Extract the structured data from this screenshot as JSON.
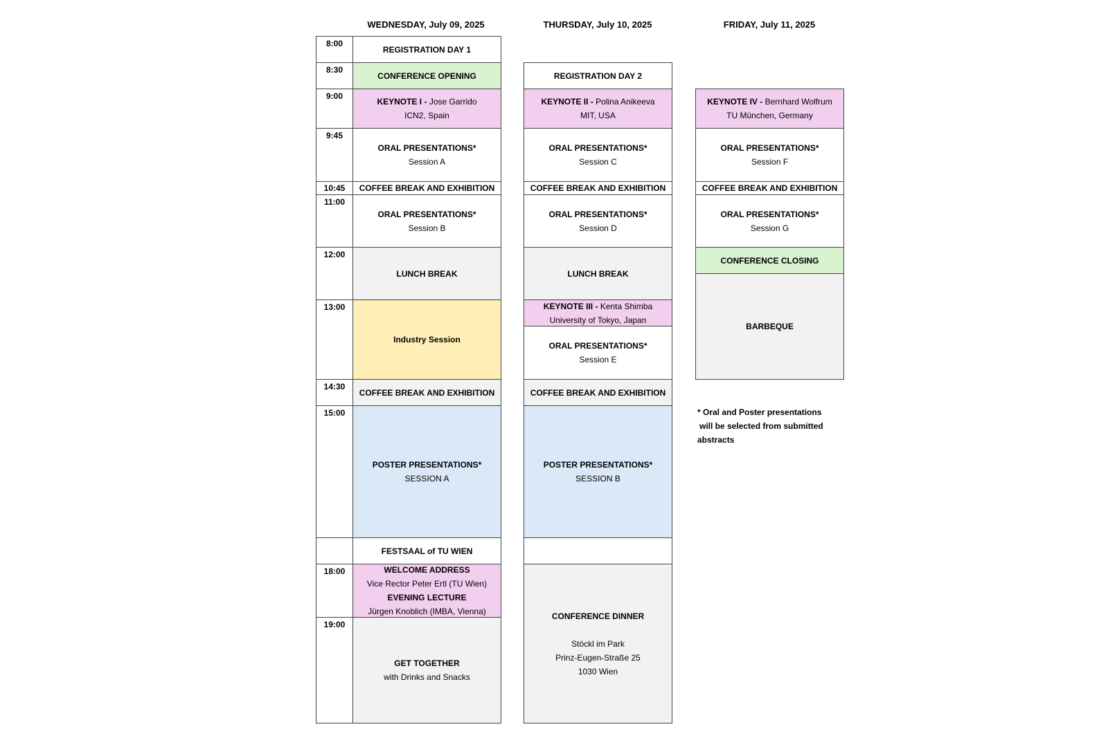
{
  "days": {
    "wed": "WEDNESDAY, July 09, 2025",
    "thu": "THURSDAY, July 10, 2025",
    "fri": "FRIDAY, July 11, 2025"
  },
  "times": [
    "8:00",
    "8:30",
    "9:00",
    "9:45",
    "10:45",
    "11:00",
    "12:00",
    "13:00",
    "14:30",
    "15:00",
    "",
    "18:00",
    "19:00"
  ],
  "wed": {
    "registration": "REGISTRATION DAY 1",
    "opening": "CONFERENCE OPENING",
    "keynote_bold": "KEYNOTE I -",
    "keynote_name": "Jose Garrido",
    "keynote_affil": "ICN2, Spain",
    "oral1_title": "ORAL PRESENTATIONS*",
    "oral1_session": "Session A",
    "coffee1": "COFFEE BREAK AND EXHIBITION",
    "oral2_title": "ORAL PRESENTATIONS*",
    "oral2_session": "Session B",
    "lunch": "LUNCH BREAK",
    "industry": "Industry Session",
    "coffee2": "COFFEE BREAK AND EXHIBITION",
    "poster_title": "POSTER PRESENTATIONS*",
    "poster_session": "SESSION A",
    "festsaal": "FESTSAAL of TU WIEN",
    "welcome": "WELCOME ADDRESS",
    "welcome_by": "Vice Rector Peter Ertl (TU Wien)",
    "evening": "EVENING LECTURE",
    "evening_by": "Jürgen Knoblich (IMBA, Vienna)",
    "together": "GET TOGETHER",
    "together_sub": "with Drinks and Snacks"
  },
  "thu": {
    "registration": "REGISTRATION DAY 2",
    "keynote_bold": "KEYNOTE II -",
    "keynote_name": "Polina Anikeeva",
    "keynote_affil": "MIT, USA",
    "oral1_title": "ORAL PRESENTATIONS*",
    "oral1_session": "Session C",
    "coffee1": "COFFEE BREAK AND EXHIBITION",
    "oral2_title": "ORAL PRESENTATIONS*",
    "oral2_session": "Session D",
    "lunch": "LUNCH BREAK",
    "keynote3_bold": "KEYNOTE III -",
    "keynote3_name": "Kenta Shimba",
    "keynote3_affil": "University of Tokyo, Japan",
    "oral3_title": "ORAL PRESENTATIONS*",
    "oral3_session": "Session E",
    "coffee2": "COFFEE BREAK AND EXHIBITION",
    "poster_title": "POSTER PRESENTATIONS*",
    "poster_session": "SESSION B",
    "dinner": "CONFERENCE DINNER",
    "dinner_place": "Stöckl im Park",
    "dinner_street": "Prinz-Eugen-Straße 25",
    "dinner_city": "1030 Wien"
  },
  "fri": {
    "keynote_bold": "KEYNOTE IV -",
    "keynote_name": "Bernhard Wolfrum",
    "keynote_affil": "TU München, Germany",
    "oral1_title": "ORAL PRESENTATIONS*",
    "oral1_session": "Session F",
    "coffee1": "COFFEE BREAK AND EXHIBITION",
    "oral2_title": "ORAL PRESENTATIONS*",
    "oral2_session": "Session G",
    "closing": "CONFERENCE CLOSING",
    "barbeque": "BARBEQUE"
  },
  "footnote": {
    "line1": "* Oral and Poster presentations",
    "line2": "will be selected from submitted",
    "line3": "abstracts"
  }
}
